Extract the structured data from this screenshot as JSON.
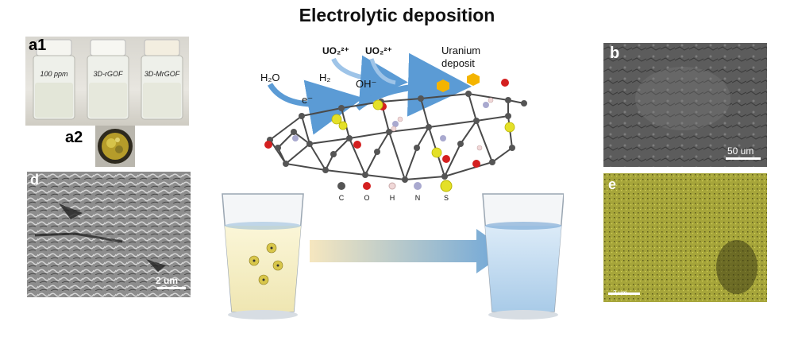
{
  "title": "Electrolytic deposition",
  "panels": {
    "a1": {
      "label": "a1",
      "vials": [
        "100 ppm",
        "3D-rGOF",
        "3D-MrGOF"
      ]
    },
    "a2": {
      "label": "a2"
    },
    "d": {
      "label": "d",
      "scalebar": "2 um"
    },
    "b": {
      "label": "b",
      "scalebar": "50 um"
    },
    "e": {
      "label": "e",
      "scalebar": "2 um"
    }
  },
  "mechanism": {
    "uo2_left": "UO₂²⁺",
    "uo2_right": "UO₂²⁺",
    "h2o": "H₂O",
    "h2": "H₂",
    "electron": "e⁻",
    "oh": "OH⁻",
    "deposit_line1": "Uranium",
    "deposit_line2": "deposit"
  },
  "legend": [
    {
      "symbol": "C",
      "color": "#555555"
    },
    {
      "symbol": "O",
      "color": "#d42020"
    },
    {
      "symbol": "H",
      "color": "#f0d8d8"
    },
    {
      "symbol": "N",
      "color": "#a9a9cf"
    },
    {
      "symbol": "S",
      "color": "#e4e028"
    }
  ],
  "colors": {
    "arrow_blue": "#5b9bd5",
    "arrow_gold": "#f2d9a0",
    "uranium_hex": "#f4b400",
    "eds_yellow": "#b6b53a",
    "sem_gray": "#6b6b6b"
  }
}
